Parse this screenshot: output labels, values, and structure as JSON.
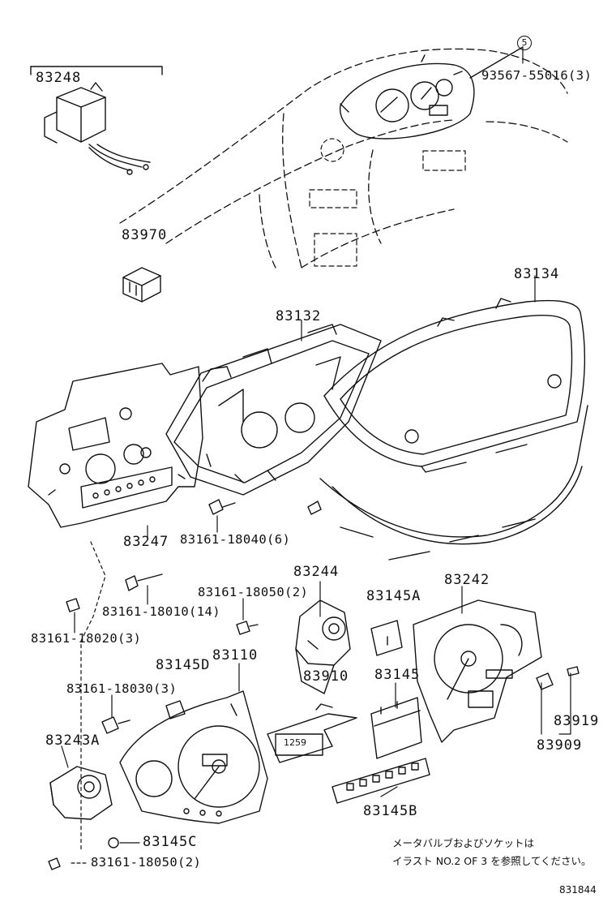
{
  "labels": {
    "p83248": "83248",
    "p83970": "83970",
    "p93567": "93567-55016(3)",
    "p83134": "83134",
    "p83132": "83132",
    "p83247": "83247",
    "p83161_18040": "83161-18040(6)",
    "p83244": "83244",
    "p83242": "83242",
    "p83161_18050a": "83161-18050(2)",
    "p83161_18010": "83161-18010(14)",
    "p83145A": "83145A",
    "p83161_18020": "83161-18020(3)",
    "p83145D": "83145D",
    "p83110": "83110",
    "p83910": "83910",
    "p83145": "83145",
    "p83161_18030": "83161-18030(3)",
    "p83919": "83919",
    "p83909": "83909",
    "p83243A": "83243A",
    "p83145B": "83145B",
    "p83145C": "83145C",
    "p83161_18050b": "83161-18050(2)"
  },
  "marker": "5",
  "display_readout": "1259",
  "note": {
    "line1": "メータバルブおよびソケットは",
    "line2": "イラスト NO.2 OF 3 を参照してください。"
  },
  "figure_code": "831844"
}
